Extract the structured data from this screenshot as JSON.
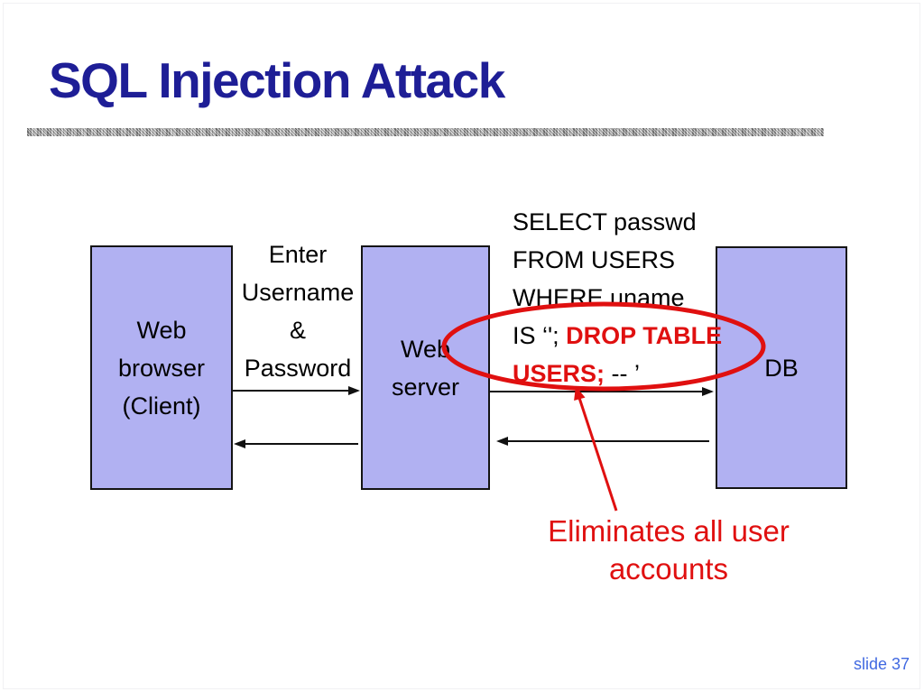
{
  "slide": {
    "title": "SQL Injection Attack",
    "page_label": "slide 37"
  },
  "diagram": {
    "client_box_label": "Web\nbrowser\n(Client)",
    "server_box_label": "Web\nserver",
    "db_box_label": "DB",
    "credentials_label": "Enter\nUsername\n&\nPassword",
    "query": {
      "line1": "SELECT passwd",
      "line2": "FROM USERS",
      "line3": "WHERE uname",
      "line4_plain": "IS ‘'; ",
      "line4_injected": "DROP TABLE",
      "line5_injected": "USERS;",
      "line5_plain": " -- ’"
    },
    "annotation": "Eliminates all user\naccounts"
  },
  "colors": {
    "title_navy": "#1e1e96",
    "box_fill": "#b1b1f2",
    "highlight_red": "#e01010",
    "page_label_blue": "#4169e1"
  }
}
